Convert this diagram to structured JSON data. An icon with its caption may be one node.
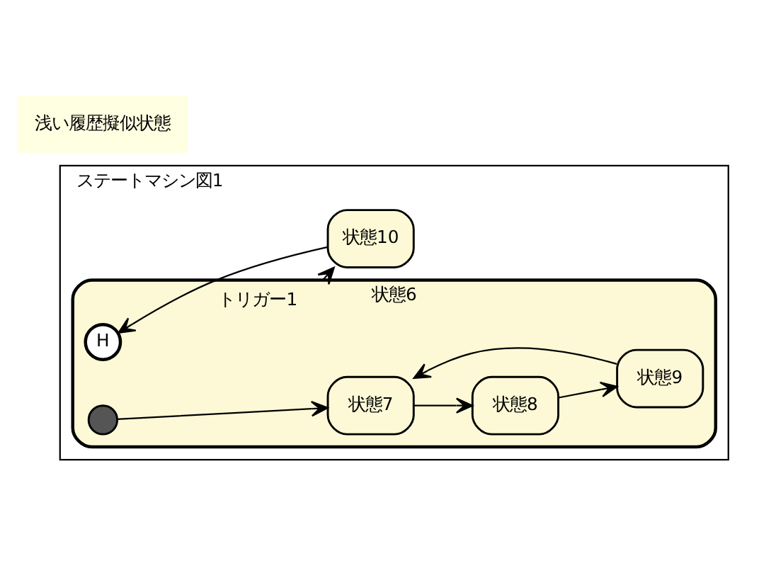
{
  "diagram": {
    "nodes": [
      {
        "text": [
          "ステートマシン図1"
        ]
      },
      {
        "text": [
          "状態6"
        ],
        "in": 0
      },
      {
        "text": [],
        "shape": "circle",
        "in": 1
      },
      {
        "text": [
          "状態7"
        ],
        "in": 1
      },
      {
        "text": [
          "状態8"
        ],
        "in": 1
      },
      {
        "text": [
          "状態9"
        ],
        "in": 1
      },
      {
        "text": [
          "H"
        ],
        "in": 1
      },
      {
        "text": [
          "状態10"
        ],
        "in": 0
      }
    ],
    "edges": [
      {
        "from": 2,
        "to": 3,
        "arrow": "to"
      },
      {
        "from": 3,
        "to": 4,
        "arrow": "to"
      },
      {
        "from": 4,
        "to": 5,
        "arrow": "to"
      },
      {
        "from": 5,
        "to": 3,
        "arrow": "to"
      },
      {
        "from": 1,
        "to": 7,
        "arrow": "to",
        "label": "トリガー1"
      },
      {
        "from": 7,
        "to": 6,
        "arrow": "to"
      }
    ],
    "labels": [
      "浅い履歴擬似状態"
    ]
  }
}
